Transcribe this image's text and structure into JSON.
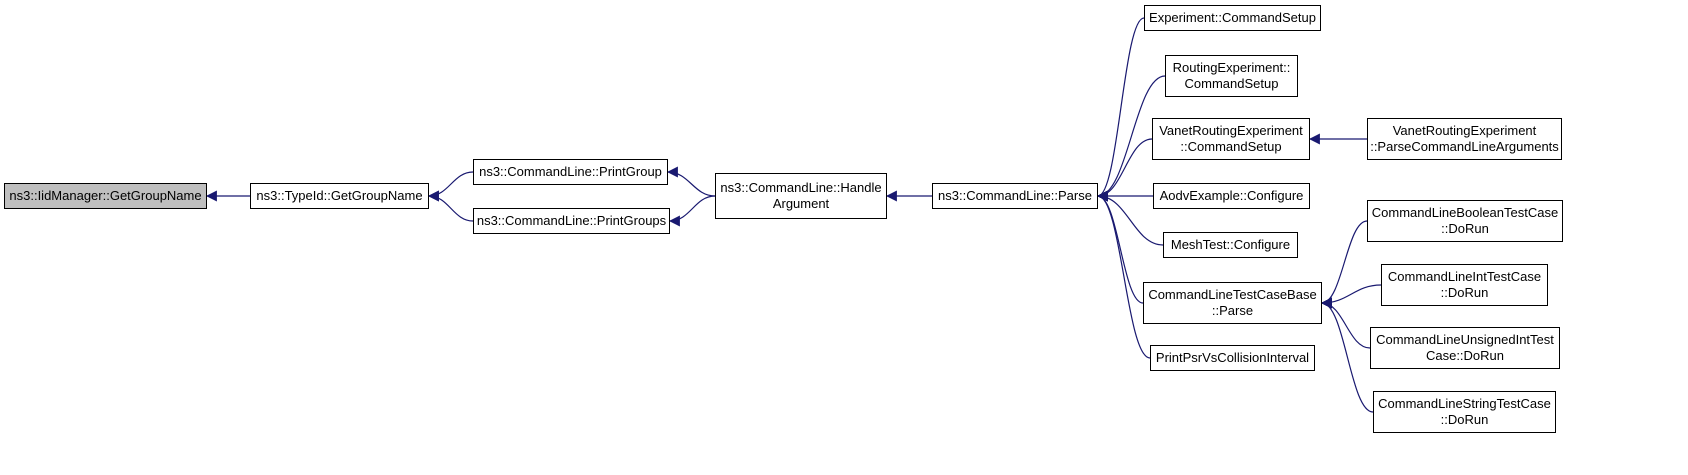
{
  "nodes": {
    "n0": {
      "lines": [
        "ns3::IidManager::GetGroupName"
      ],
      "focus": true
    },
    "n1": {
      "lines": [
        "ns3::TypeId::GetGroupName"
      ]
    },
    "n2": {
      "lines": [
        "ns3::CommandLine::PrintGroup"
      ]
    },
    "n3": {
      "lines": [
        "ns3::CommandLine::PrintGroups"
      ]
    },
    "n4": {
      "lines": [
        "ns3::CommandLine::Handle",
        "Argument"
      ]
    },
    "n5": {
      "lines": [
        "ns3::CommandLine::Parse"
      ]
    },
    "n6": {
      "lines": [
        "Experiment::CommandSetup"
      ]
    },
    "n7": {
      "lines": [
        "RoutingExperiment::",
        "CommandSetup"
      ]
    },
    "n8": {
      "lines": [
        "VanetRoutingExperiment",
        "::CommandSetup"
      ]
    },
    "n9": {
      "lines": [
        "VanetRoutingExperiment",
        "::ParseCommandLineArguments"
      ]
    },
    "n10": {
      "lines": [
        "AodvExample::Configure"
      ]
    },
    "n11": {
      "lines": [
        "MeshTest::Configure"
      ]
    },
    "n12": {
      "lines": [
        "CommandLineTestCaseBase",
        "::Parse"
      ]
    },
    "n13": {
      "lines": [
        "PrintPsrVsCollisionInterval"
      ]
    },
    "n14": {
      "lines": [
        "CommandLineBooleanTestCase",
        "::DoRun"
      ]
    },
    "n15": {
      "lines": [
        "CommandLineIntTestCase",
        "::DoRun"
      ]
    },
    "n16": {
      "lines": [
        "CommandLineUnsignedIntTest",
        "Case::DoRun"
      ]
    },
    "n17": {
      "lines": [
        "CommandLineStringTestCase",
        "::DoRun"
      ]
    }
  },
  "edges": [
    {
      "from": "n1",
      "to": "n0"
    },
    {
      "from": "n2",
      "to": "n1"
    },
    {
      "from": "n3",
      "to": "n1"
    },
    {
      "from": "n4",
      "to": "n2"
    },
    {
      "from": "n4",
      "to": "n3"
    },
    {
      "from": "n5",
      "to": "n4"
    },
    {
      "from": "n6",
      "to": "n5"
    },
    {
      "from": "n7",
      "to": "n5"
    },
    {
      "from": "n8",
      "to": "n5"
    },
    {
      "from": "n10",
      "to": "n5"
    },
    {
      "from": "n11",
      "to": "n5"
    },
    {
      "from": "n12",
      "to": "n5"
    },
    {
      "from": "n13",
      "to": "n5"
    },
    {
      "from": "n9",
      "to": "n8"
    },
    {
      "from": "n14",
      "to": "n12"
    },
    {
      "from": "n15",
      "to": "n12"
    },
    {
      "from": "n16",
      "to": "n12"
    },
    {
      "from": "n17",
      "to": "n12"
    }
  ],
  "colors": {
    "edge": "#191970",
    "border": "#000000",
    "focus_fill": "#bfbfbf",
    "node_fill": "#ffffff"
  }
}
